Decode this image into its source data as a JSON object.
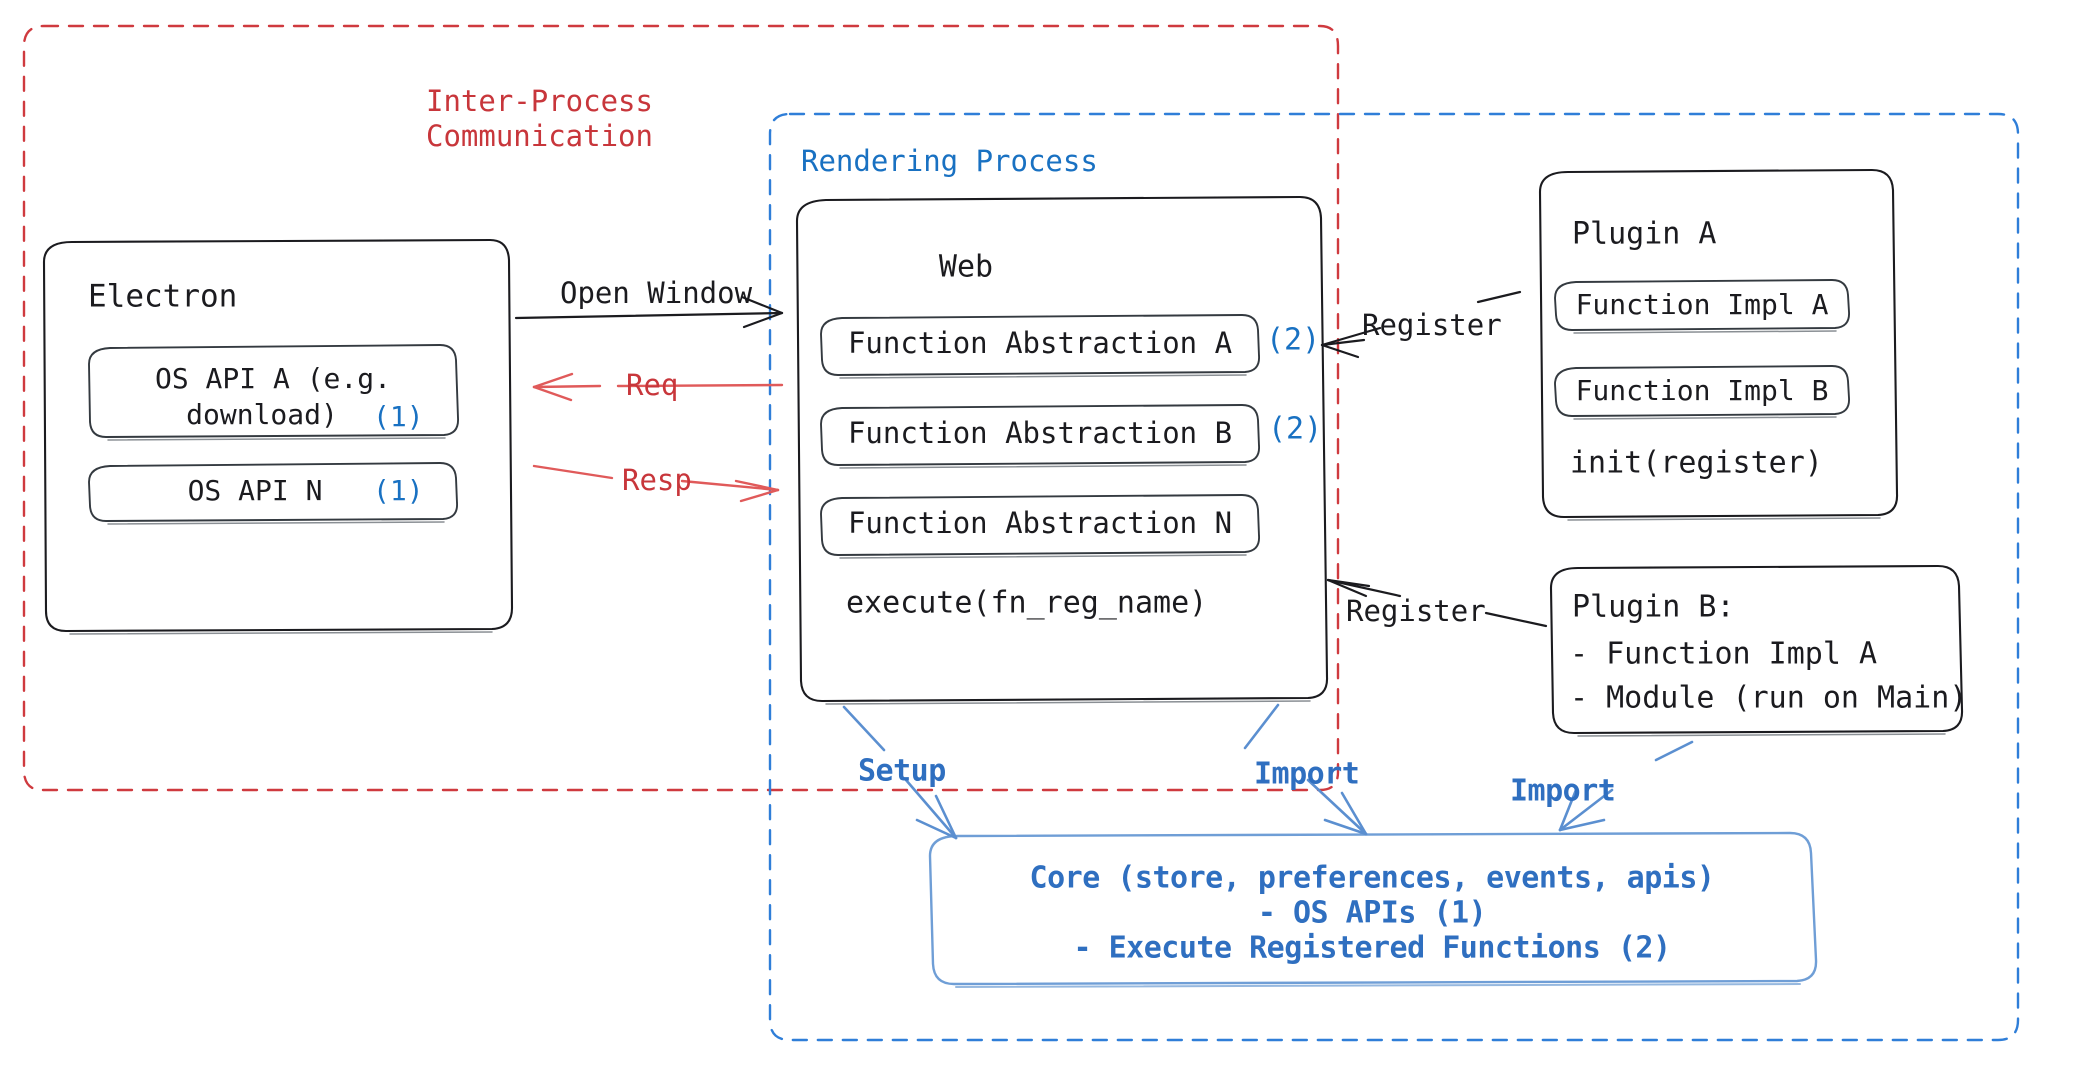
{
  "diagram": {
    "title": "Electron Plugin Architecture",
    "colors": {
      "ipc_red": "#c8363b",
      "process_blue": "#1971c2",
      "core_blue": "#2f6fc0",
      "arrow_red": "#e05a5a",
      "arrow_blue": "#5b8fd0",
      "ink": "#1b1b1f"
    },
    "regions": {
      "ipc": {
        "label_line1": "Inter-Process",
        "label_line2": "Communication"
      },
      "rendering": {
        "label": "Rendering Process"
      }
    },
    "electron": {
      "title": "Electron",
      "apis": [
        {
          "line1": "OS API A (e.g.",
          "line2": "download)",
          "marker": "(1)"
        },
        {
          "line1": "OS API N",
          "line2": "",
          "marker": "(1)"
        }
      ]
    },
    "web": {
      "title": "Web",
      "abstractions": [
        {
          "label": "Function Abstraction A",
          "marker": "(2)"
        },
        {
          "label": "Function Abstraction B",
          "marker": "(2)"
        },
        {
          "label": "Function Abstraction N",
          "marker": ""
        }
      ],
      "execute": "execute(fn_reg_name)"
    },
    "plugin_a": {
      "title": "Plugin A",
      "functions": [
        "Function Impl A",
        "Function Impl B"
      ],
      "init": "init(register)"
    },
    "plugin_b": {
      "title": "Plugin B:",
      "items": [
        "- Function Impl A",
        "- Module (run on Main)"
      ]
    },
    "core": {
      "line1": "Core (store, preferences, events, apis)",
      "line2": "- OS APIs (1)",
      "line3": "- Execute Registered Functions (2)"
    },
    "edges": {
      "open_window": "Open Window",
      "req": "Req",
      "resp": "Resp",
      "register_a": "Register",
      "register_b": "Register",
      "setup": "Setup",
      "import_web": "Import",
      "import_plugin": "Import"
    }
  }
}
